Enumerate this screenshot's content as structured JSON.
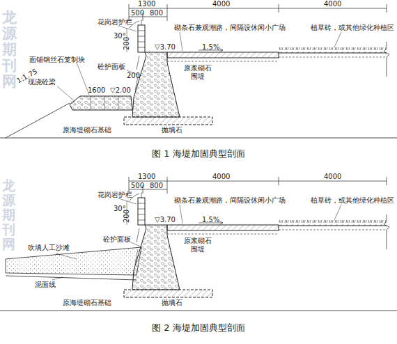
{
  "diagram": {
    "labels": [
      "1300",
      "500",
      "800",
      "4000",
      "4000",
      "花岗岩护栏",
      "30°",
      "200",
      "▽3.70",
      "砌条石兼观潮路，间隔设休闲小广场",
      "1.5%",
      "植草砖，或其他绿化种植区",
      "面铺钢丝石笼制块",
      "现浇砼梁",
      "砼护面板",
      "200",
      "1600",
      "▽2.00",
      "原浆砌石围堤",
      "1:1.75",
      "原海堤砌石基础",
      "抛填石",
      "图 1 海堤加固典型剖面",
      "1300",
      "500",
      "800",
      "4000",
      "4000",
      "花岗岩护栏",
      "30°",
      "200",
      "▽3.70",
      "砌条石兼观潮路，间隔设休闲小广场",
      "1.5%",
      "植草砖，或其他绿化种植区",
      "砼护面板",
      "吹填人工沙滩",
      "泥面线",
      "原浆砌石围堤",
      "原海堤砌石基础",
      "抛填石",
      "图 2 海堤加固典型剖面",
      "龙源期刊网",
      "龙源期刊网"
    ]
  }
}
